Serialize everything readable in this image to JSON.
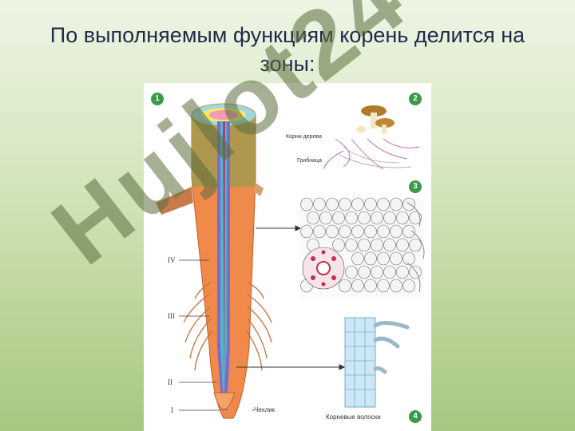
{
  "slide": {
    "title": "По выполняемым функциям корень делится на зоны:"
  },
  "figure": {
    "badges": [
      "1",
      "2",
      "3",
      "4"
    ],
    "panel2": {
      "label_roots": "Корни дерева",
      "label_fungus": "Грибница"
    },
    "zones": [
      "IV",
      "III",
      "II",
      "I"
    ],
    "cap_label": "Чехлик",
    "root_hairs_label": "Корневые волоски"
  },
  "watermark": {
    "text": "Hujlot24"
  },
  "colors": {
    "root": "#f08a4b",
    "root_dark": "#d9652a",
    "badge": "#3a9b47",
    "title": "#1f2a4a"
  }
}
